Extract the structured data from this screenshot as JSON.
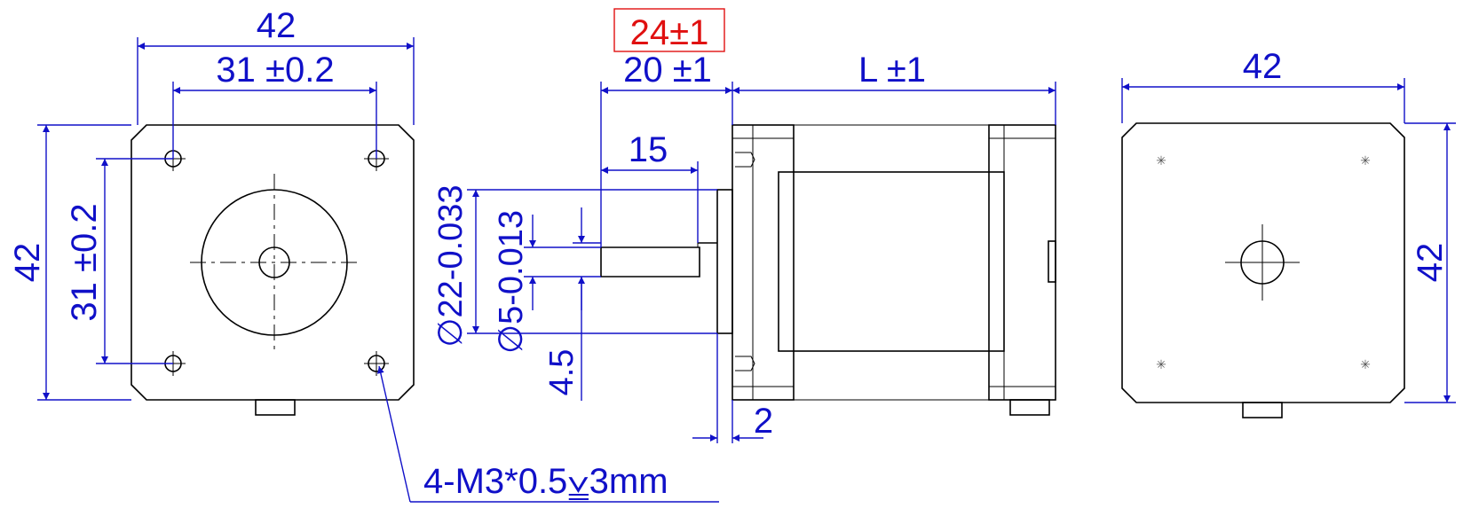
{
  "colors": {
    "dimension": "#1010c8",
    "highlight": "#e01010",
    "outline": "#000000",
    "background": "#ffffff"
  },
  "front_view": {
    "width_outer": "42",
    "hole_spacing_h": "31 ±0.2",
    "height_outer": "42",
    "hole_spacing_v": "31 ±0.2",
    "thread_note": "4-M3*0.5⩣3mm"
  },
  "side_view": {
    "shaft_total_boxed": "24±1",
    "shaft_length": "20 ±1",
    "flat_length": "15",
    "body_length": "L ±1",
    "boss_diameter": "∅22-0.033",
    "shaft_diameter": "∅5-0.013",
    "flat_depth": "4.5",
    "boss_height": "2"
  },
  "rear_view": {
    "width": "42",
    "height": "42"
  }
}
